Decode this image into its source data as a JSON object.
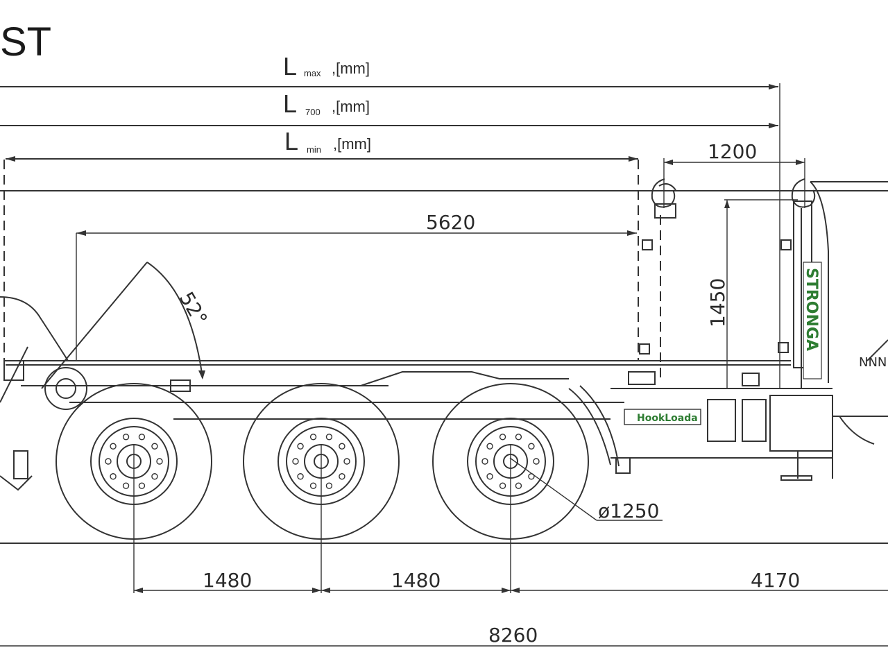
{
  "title": "ST",
  "length_labels": [
    {
      "main": "L",
      "sub": "max",
      "unit": ",[mm]"
    },
    {
      "main": "L",
      "sub": "700",
      "unit": ",[mm]"
    },
    {
      "main": "L",
      "sub": "min",
      "unit": ",[mm]"
    }
  ],
  "dimensions": {
    "hook_offset": "1200",
    "body_length": "5620",
    "hook_height": "1450",
    "tilt_angle": "52°",
    "wheel_diameter": "ø1250",
    "axle_spacing_1": "1480",
    "axle_spacing_2": "1480",
    "rear_overhang": "4170",
    "overall_length": "8260"
  },
  "branding": {
    "vertical_brand": "STRONGA",
    "logo": "HookLoada",
    "rear_marking": "NNNNN"
  },
  "colors": {
    "line": "#333333",
    "brand_green": "#2e7d32"
  }
}
